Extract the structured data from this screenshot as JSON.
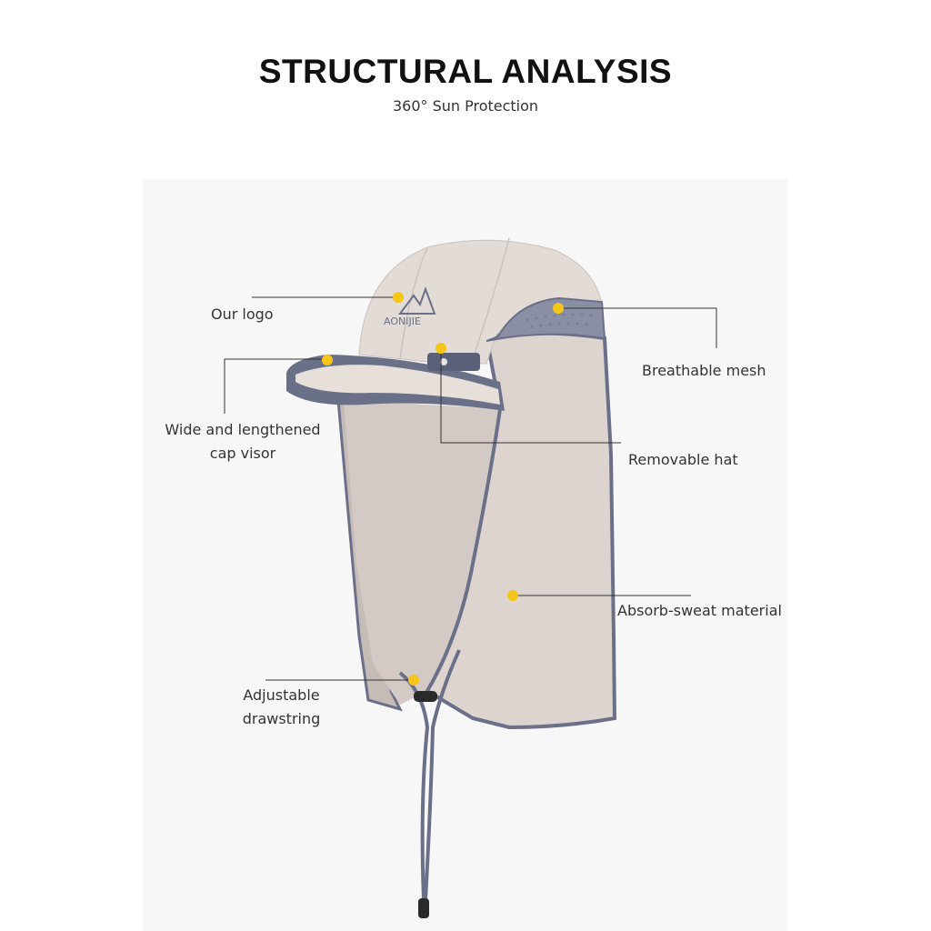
{
  "header": {
    "title": "STRUCTURAL ANALYSIS",
    "subtitle": "360° Sun Protection"
  },
  "brand": {
    "logo_text": "AONIJIE"
  },
  "callouts": {
    "logo": "Our logo",
    "mesh": "Breathable mesh",
    "visor_line1": "Wide and lengthened",
    "visor_line2": "cap visor",
    "removable": "Removable hat",
    "material": "Absorb-sweat material",
    "drawstring_line1": "Adjustable",
    "drawstring_line2": "drawstring"
  },
  "colors": {
    "fabric": "#ddd4cf",
    "trim": "#6b7089",
    "marker": "#f5c518",
    "leader_line": "#333333"
  }
}
